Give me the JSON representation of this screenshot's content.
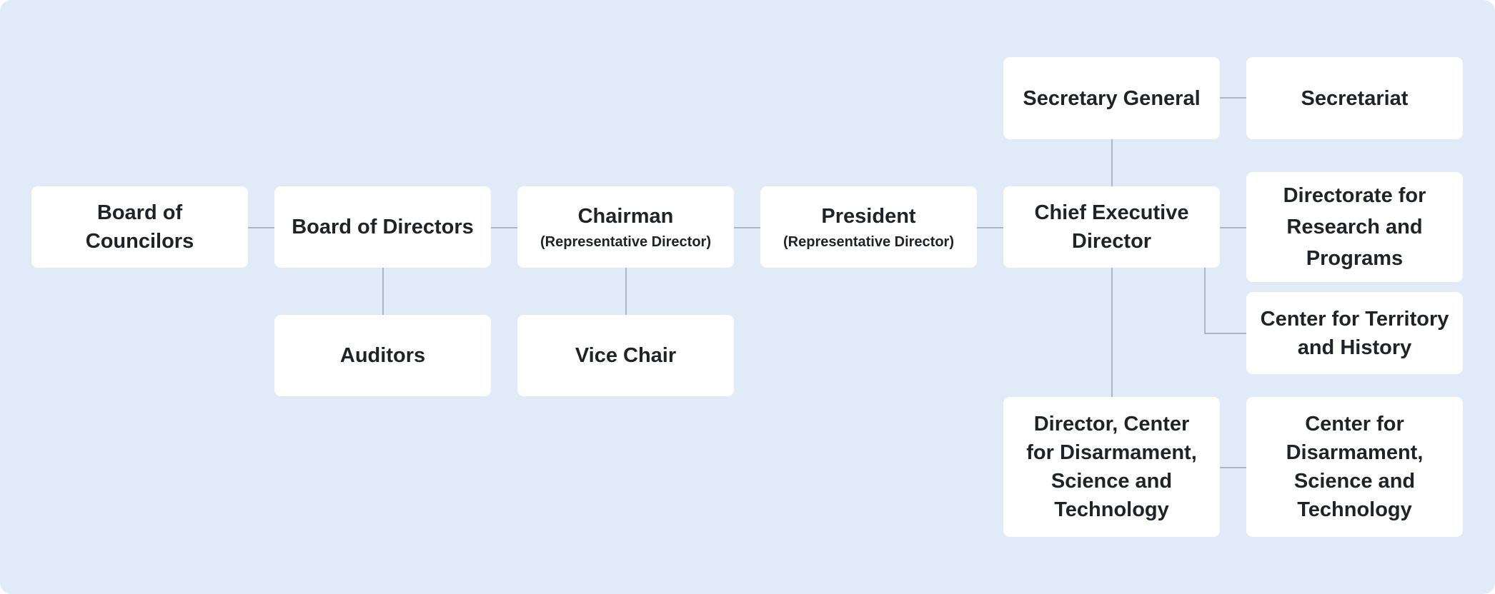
{
  "org_chart": {
    "board_of_councilors": {
      "title": "Board of Councilors"
    },
    "board_of_directors": {
      "title": "Board of Directors"
    },
    "auditors": {
      "title": "Auditors"
    },
    "chairman": {
      "title": "Chairman",
      "subtitle": "(Representative Director)"
    },
    "vice_chair": {
      "title": "Vice Chair"
    },
    "president": {
      "title": "President",
      "subtitle": "(Representative Director)"
    },
    "secretary_general": {
      "title": "Secretary General"
    },
    "secretariat": {
      "title": "Secretariat"
    },
    "chief_executive_director": {
      "title": "Chief Executive\nDirector"
    },
    "directorate_research": {
      "title": "Directorate for\nResearch and\nPrograms"
    },
    "center_territory": {
      "title": "Center for Territory\nand History"
    },
    "director_center_disarmament": {
      "title": "Director, Center\nfor Disarmament,\nScience and\nTechnology"
    },
    "center_disarmament": {
      "title": "Center for\nDisarmament,\nScience and\nTechnology"
    }
  },
  "colors": {
    "background": "#e1ebf7",
    "box": "#ffffff",
    "text": "#1f2329",
    "connector": "#9aa5b3"
  }
}
